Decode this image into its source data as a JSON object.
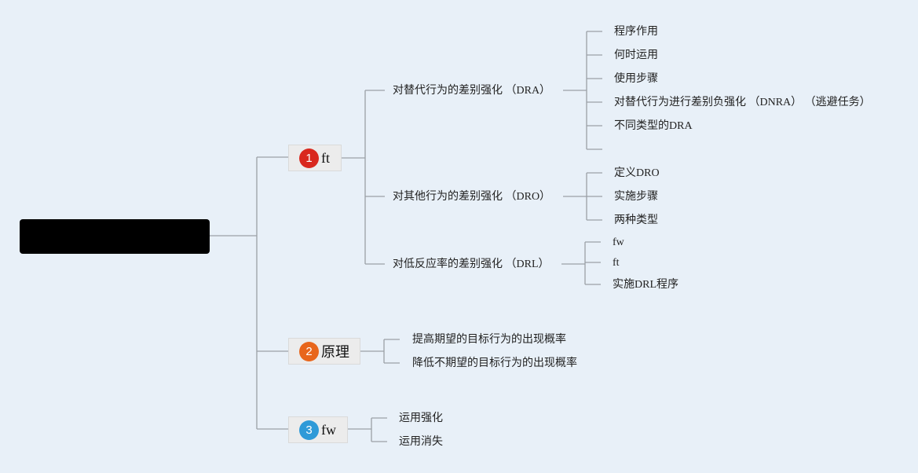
{
  "root": {
    "label": ""
  },
  "branches": [
    {
      "number": "1",
      "badge_color": "#d9281e",
      "label": "ft",
      "children": [
        {
          "label": "对替代行为的差别强化 （DRA）",
          "children": [
            "程序作用",
            "何时运用",
            "使用步骤",
            "对替代行为进行差别负强化 （DNRA） （逃避任务）",
            "不同类型的DRA",
            ""
          ]
        },
        {
          "label": "对其他行为的差别强化 （DRO）",
          "children": [
            "定义DRO",
            "实施步骤",
            "两种类型"
          ]
        },
        {
          "label": "对低反应率的差别强化 （DRL）",
          "children": [
            "fw",
            "ft",
            "实施DRL程序"
          ]
        }
      ]
    },
    {
      "number": "2",
      "badge_color": "#e8661c",
      "label": "原理",
      "children": [
        {
          "label": "提高期望的目标行为的出现概率"
        },
        {
          "label": "降低不期望的目标行为的出现概率"
        }
      ]
    },
    {
      "number": "3",
      "badge_color": "#2e9ad8",
      "label": "fw",
      "children": [
        {
          "label": "运用强化"
        },
        {
          "label": "运用消失"
        }
      ]
    }
  ],
  "colors": {
    "background": "#e8f0f8",
    "line": "#9aa0a6",
    "root": "#000000"
  }
}
